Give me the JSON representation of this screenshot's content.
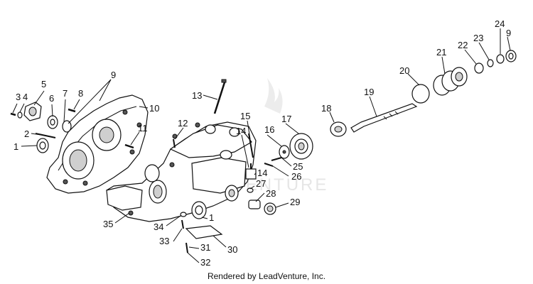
{
  "watermark": "LEADVENTURE",
  "footer": "Rendered by LeadVenture, Inc.",
  "callouts": [
    "1",
    "2",
    "3",
    "4",
    "5",
    "6",
    "7",
    "8",
    "9",
    "10",
    "11",
    "12",
    "13",
    "14",
    "15",
    "16",
    "17",
    "18",
    "19",
    "20",
    "21",
    "22",
    "23",
    "24",
    "9",
    "25",
    "26",
    "27",
    "28",
    "29",
    "30",
    "31",
    "32",
    "33",
    "34",
    "35",
    "14",
    "1"
  ]
}
